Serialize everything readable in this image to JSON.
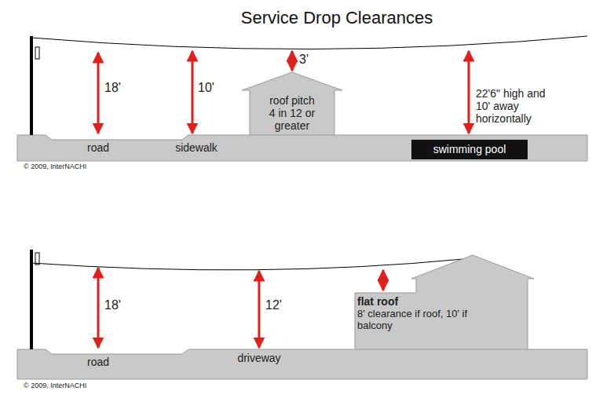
{
  "diagram": {
    "title": "Service Drop Clearances",
    "nodes": [
      {
        "text": [
          "roof pitch 4 in 12 or greater"
        ]
      },
      {
        "text": [
          "swimming pool"
        ]
      },
      {
        "text": [
          "flat roof",
          "8' clearance if roof, 10' if balcony"
        ]
      }
    ],
    "labels": [
      "18'",
      "road",
      "10'",
      "sidewalk",
      "3'",
      "22'6\" high and 10' away horizontally",
      "© 2009, InterNACHI",
      "18'",
      "road",
      "12'",
      "driveway",
      "© 2009, InterNACHI"
    ]
  }
}
